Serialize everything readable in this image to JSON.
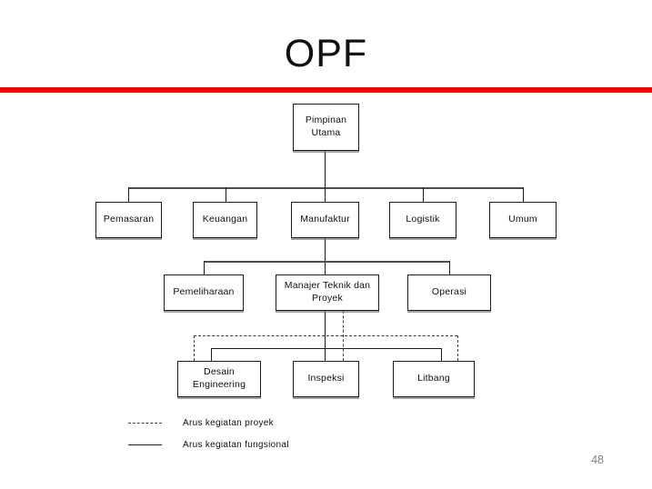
{
  "slide": {
    "title": "OPF",
    "page_number": "48",
    "accent_color": "#e60a0a"
  },
  "org": {
    "nodes": [
      {
        "id": "pimpinan-utama",
        "label": "Pimpinan Utama",
        "level": 1
      },
      {
        "id": "pemasaran",
        "label": "Pemasaran",
        "level": 2
      },
      {
        "id": "keuangan",
        "label": "Keuangan",
        "level": 2
      },
      {
        "id": "manufaktur",
        "label": "Manufaktur",
        "level": 2
      },
      {
        "id": "logistik",
        "label": "Logistik",
        "level": 2
      },
      {
        "id": "umum",
        "label": "Umum",
        "level": 2
      },
      {
        "id": "pemeliharaan",
        "label": "Pemeliharaan",
        "level": 3
      },
      {
        "id": "manajer-teknik-dan-proyek",
        "label": "Manajer Teknik dan Proyek",
        "level": 3
      },
      {
        "id": "operasi",
        "label": "Operasi",
        "level": 3
      },
      {
        "id": "desain-engineering",
        "label": "Desain Engineering",
        "level": 4
      },
      {
        "id": "inspeksi",
        "label": "Inspeksi",
        "level": 4
      },
      {
        "id": "litbang",
        "label": "Litbang",
        "level": 4
      }
    ]
  },
  "legend": {
    "items": [
      {
        "swatch": "dashed",
        "label": "Arus kegiatan proyek"
      },
      {
        "swatch": "solid",
        "label": "Arus kegiatan fungsional"
      }
    ]
  }
}
